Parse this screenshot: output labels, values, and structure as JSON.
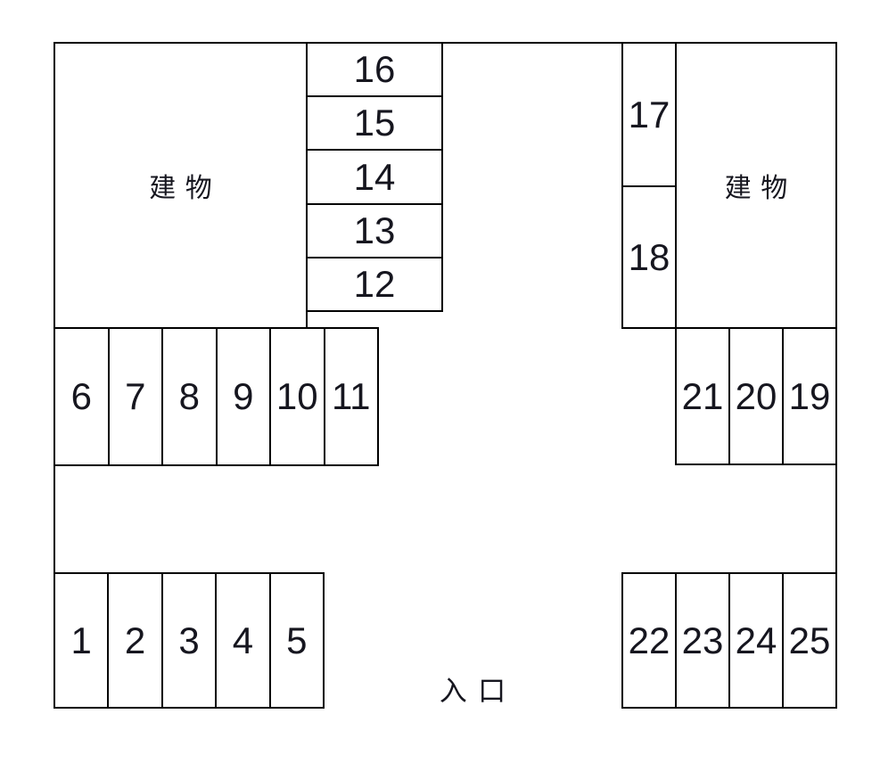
{
  "diagram": {
    "background_color": "#ffffff",
    "line_color": "#000000",
    "text_color": "#16161f",
    "buildings": {
      "left_label": "建物",
      "right_label": "建物"
    },
    "entrance_label": "入口",
    "stalls": {
      "row_1_5": [
        "1",
        "2",
        "3",
        "4",
        "5"
      ],
      "row_6_11": [
        "6",
        "7",
        "8",
        "9",
        "10",
        "11"
      ],
      "col_16_12": [
        "16",
        "15",
        "14",
        "13",
        "12"
      ],
      "col_17_18": [
        "17",
        "18"
      ],
      "row_21_19": [
        "21",
        "20",
        "19"
      ],
      "row_22_25": [
        "22",
        "23",
        "24",
        "25"
      ]
    }
  }
}
